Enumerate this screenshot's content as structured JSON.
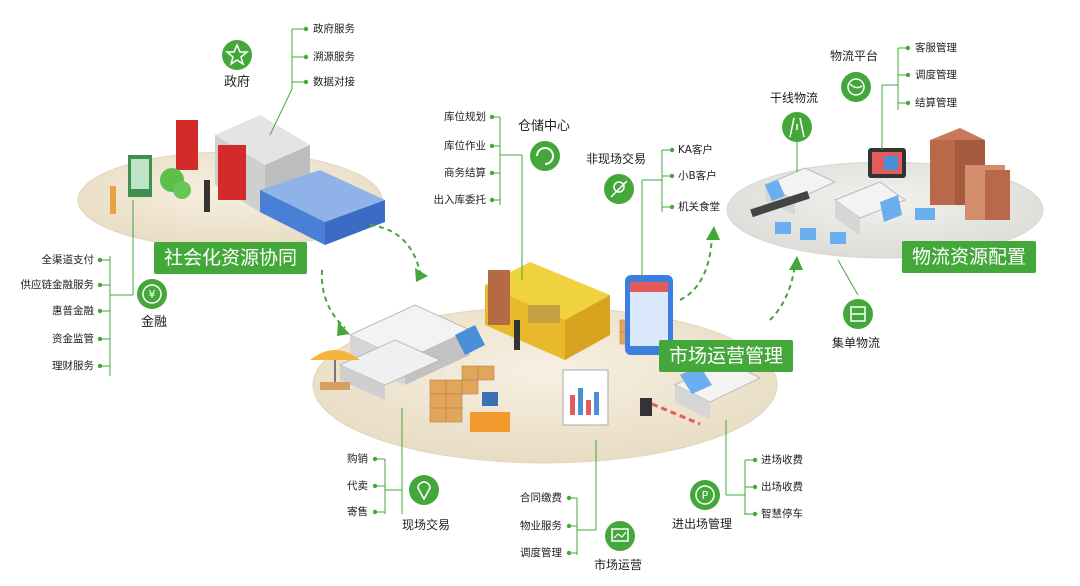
{
  "government": {
    "title": "政府",
    "items": [
      "政府服务",
      "溯源服务",
      "数据对接"
    ]
  },
  "finance": {
    "title": "金融",
    "items": [
      "全渠道支付",
      "供应链金融服务",
      "惠普金融",
      "资金监管",
      "理财服务"
    ]
  },
  "social_resource_banner": "社会化资源协同",
  "warehouse": {
    "title": "仓储中心",
    "items": [
      "库位规划",
      "库位作业",
      "商务结算",
      "出入库委托"
    ]
  },
  "off_site_trade": {
    "title": "非现场交易",
    "items": [
      "KA客户",
      "小B客户",
      "机关食堂"
    ]
  },
  "logistics_platform": {
    "title": "物流平台",
    "items": [
      "客服管理",
      "调度管理",
      "结算管理"
    ]
  },
  "trunk_logistics": "干线物流",
  "logistics_banner": "物流资源配置",
  "market_ops_banner": "市场运营管理",
  "consolidated_logistics": "集单物流",
  "onsite_trade": {
    "title": "现场交易",
    "items": [
      "购销",
      "代卖",
      "寄售"
    ]
  },
  "market_operation": {
    "title": "市场运营",
    "items": [
      "合同缴费",
      "物业服务",
      "调度管理"
    ]
  },
  "entry_exit": {
    "title": "进出场管理",
    "items": [
      "进场收费",
      "出场收费",
      "智慧停车"
    ]
  },
  "colors": {
    "accent": "#43a73a",
    "line": "#43a73a",
    "platform": "#efe6d3"
  },
  "icons": {
    "government": "star-icon",
    "finance": "yuan-icon",
    "warehouse": "refresh-icon",
    "off_site_trade": "no-location-icon",
    "logistics_platform": "globe-icon",
    "trunk_logistics": "road-icon",
    "consolidated_logistics": "stack-icon",
    "onsite_trade": "location-pin-icon",
    "market_operation": "chart-monitor-icon",
    "entry_exit": "parking-icon"
  }
}
